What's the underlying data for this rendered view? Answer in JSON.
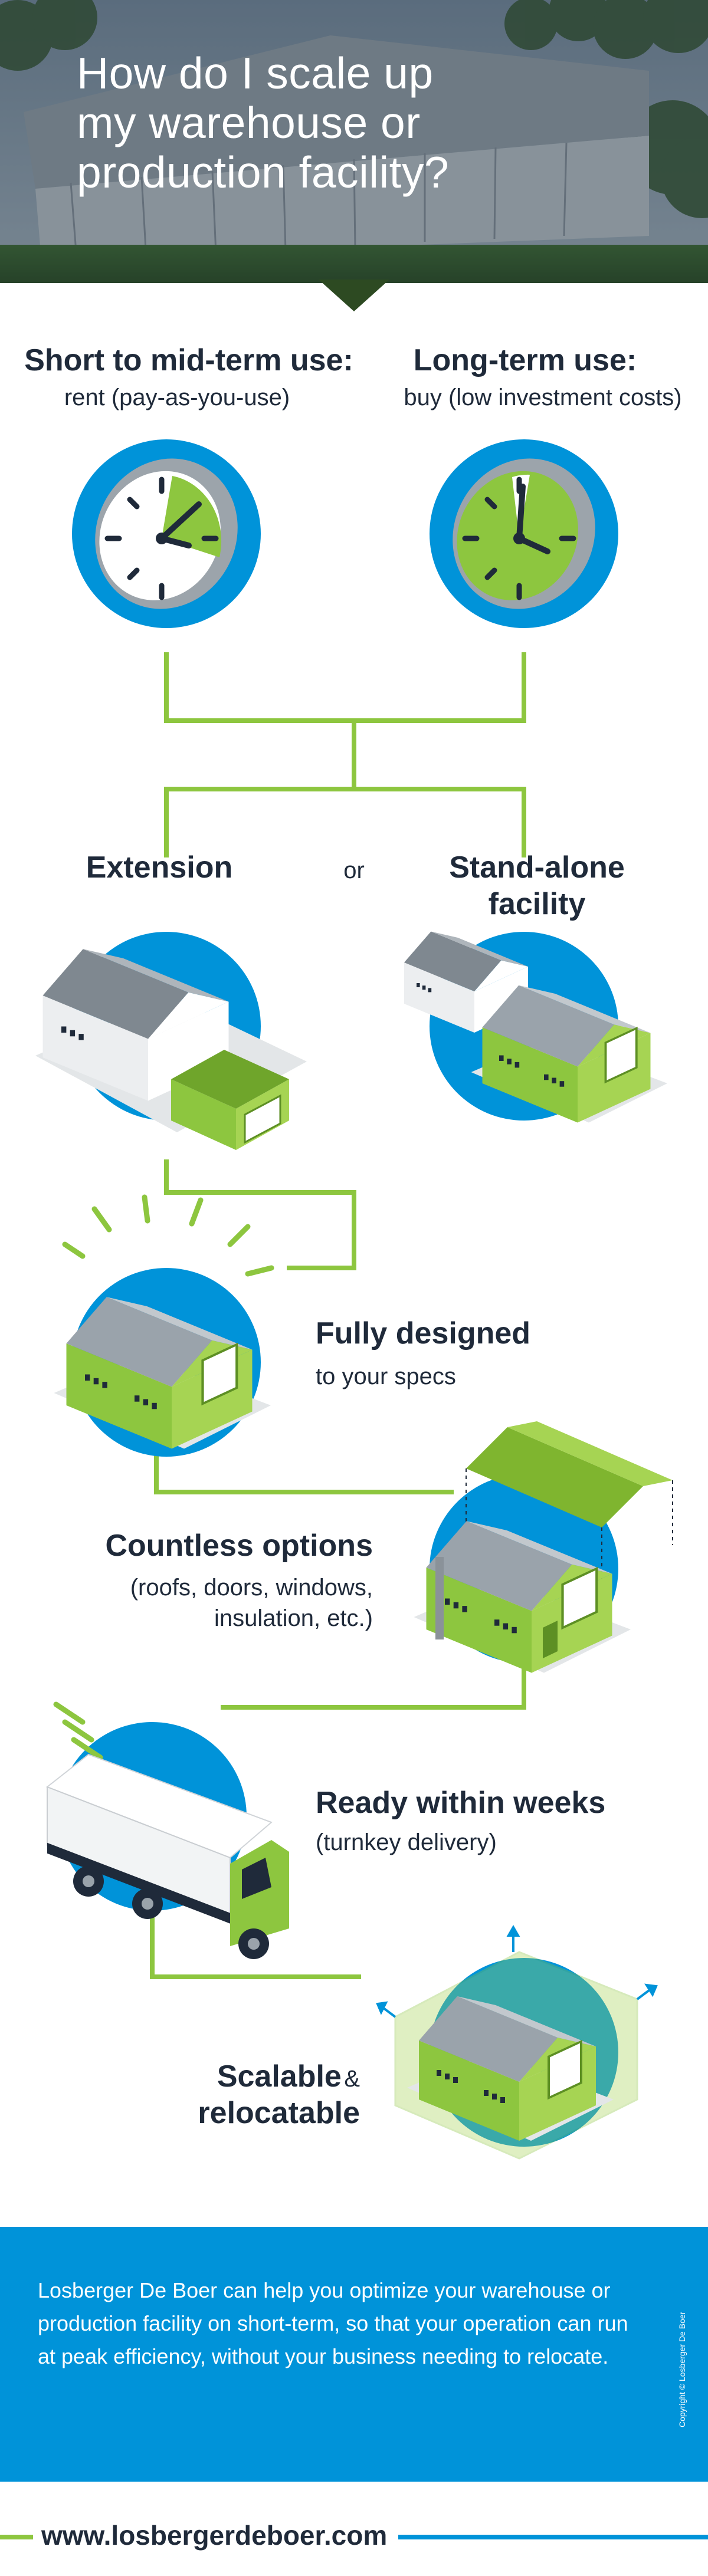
{
  "header": {
    "title": "How do I scale up\nmy warehouse or\nproduction facility?"
  },
  "usage": {
    "short": {
      "title": "Short to mid-term use:",
      "subtitle": "rent (pay-as-you-use)"
    },
    "long": {
      "title": "Long-term use:",
      "subtitle": "buy (low investment costs)"
    }
  },
  "choice": {
    "extension": "Extension",
    "or": "or",
    "standalone": "Stand-alone\nfacility"
  },
  "features": {
    "designed": {
      "title": "Fully designed",
      "subtitle": "to your specs"
    },
    "options": {
      "title": "Countless options",
      "subtitle": "(roofs, doors, windows,\ninsulation, etc.)"
    },
    "ready": {
      "title": "Ready within weeks",
      "subtitle": "(turnkey delivery)"
    },
    "scalable": {
      "title": "Scalable",
      "amp": "&",
      "title2": "relocatable"
    }
  },
  "footer": {
    "text": "Losberger De Boer can help you optimize your warehouse or production facility on short-term, so that your operation can run at peak efficiency, without your business needing to relocate.",
    "copyright": "Copyright © Losberger De Boer",
    "website": "www.losbergerdeboer.com"
  },
  "colors": {
    "blue": "#0093d9",
    "green": "#8dc63f",
    "dark": "#1f2a3a"
  }
}
